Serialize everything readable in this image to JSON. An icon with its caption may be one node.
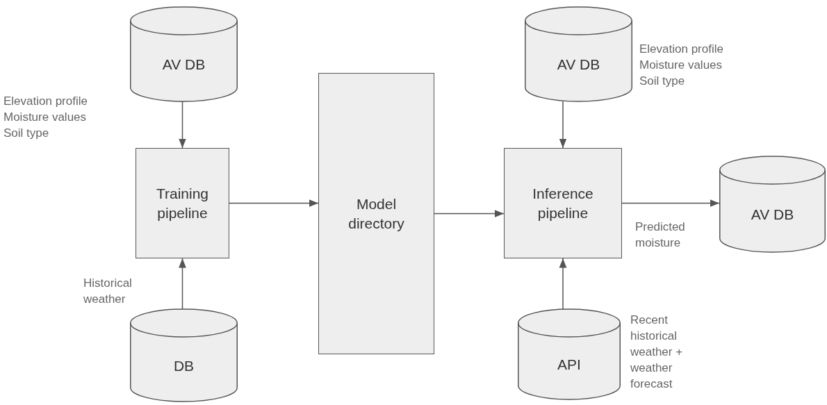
{
  "diagram": {
    "nodes": [
      {
        "text": [
          "AV DB"
        ],
        "beside": [
          "Elevation profile Moisture values Soil type"
        ]
      },
      {
        "text": [
          "Training pipeline"
        ]
      },
      {
        "text": [
          "DB"
        ]
      },
      {
        "text": [
          "Model directory"
        ]
      },
      {
        "text": [
          "AV DB"
        ],
        "beside": [
          "Elevation profile Moisture values Soil type"
        ]
      },
      {
        "text": [
          "Inference pipeline"
        ]
      },
      {
        "text": [
          "API"
        ],
        "beside": [
          "Recent historical weather + weather forecast"
        ]
      },
      {
        "text": [
          "AV DB"
        ]
      }
    ],
    "edges": [
      {
        "from": 0,
        "to": 1,
        "arrow": "to"
      },
      {
        "from": 2,
        "to": 1,
        "arrow": "to",
        "label": "Historical weather"
      },
      {
        "from": 1,
        "to": 3,
        "arrow": "to"
      },
      {
        "from": 3,
        "to": 5,
        "arrow": "to"
      },
      {
        "from": 4,
        "to": 5,
        "arrow": "to"
      },
      {
        "from": 5,
        "to": 7,
        "arrow": "to",
        "label": "Predicted moisture"
      },
      {
        "from": 6,
        "to": 5,
        "arrow": "to"
      }
    ]
  }
}
